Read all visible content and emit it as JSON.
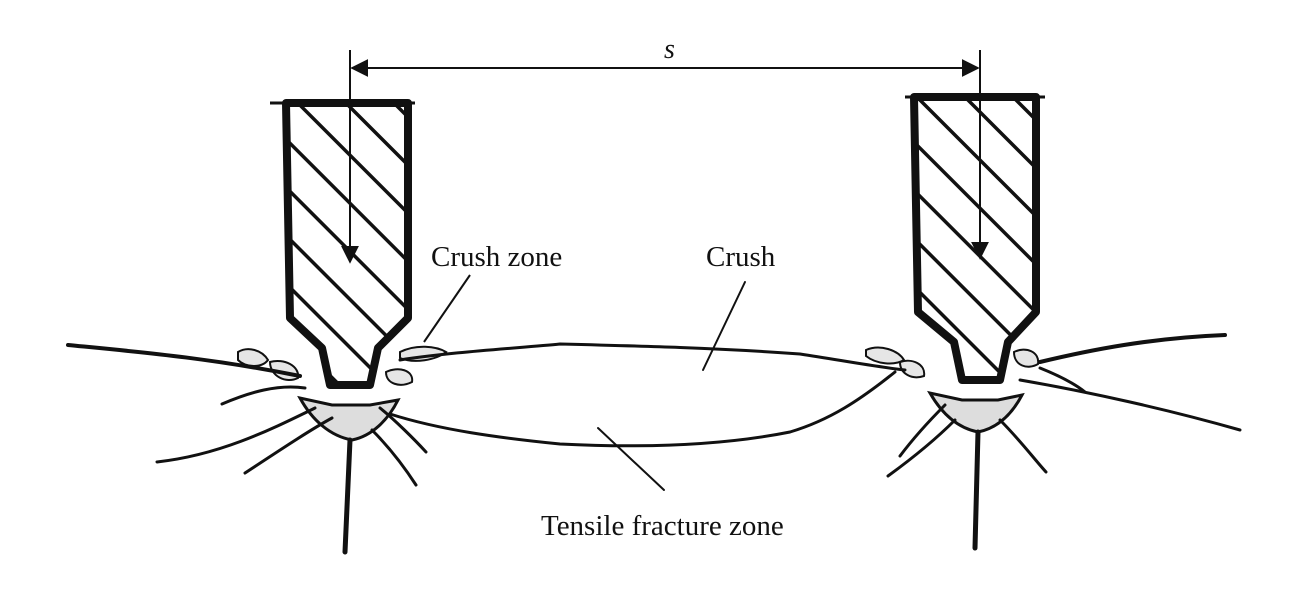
{
  "labels": {
    "spacing": "s",
    "crush_zone": "Crush zone",
    "crush": "Crush",
    "tensile_fracture_zone": "Tensile fracture zone"
  },
  "colors": {
    "ink": "#111111",
    "background": "#ffffff",
    "crushed_material": "#dddddd"
  }
}
